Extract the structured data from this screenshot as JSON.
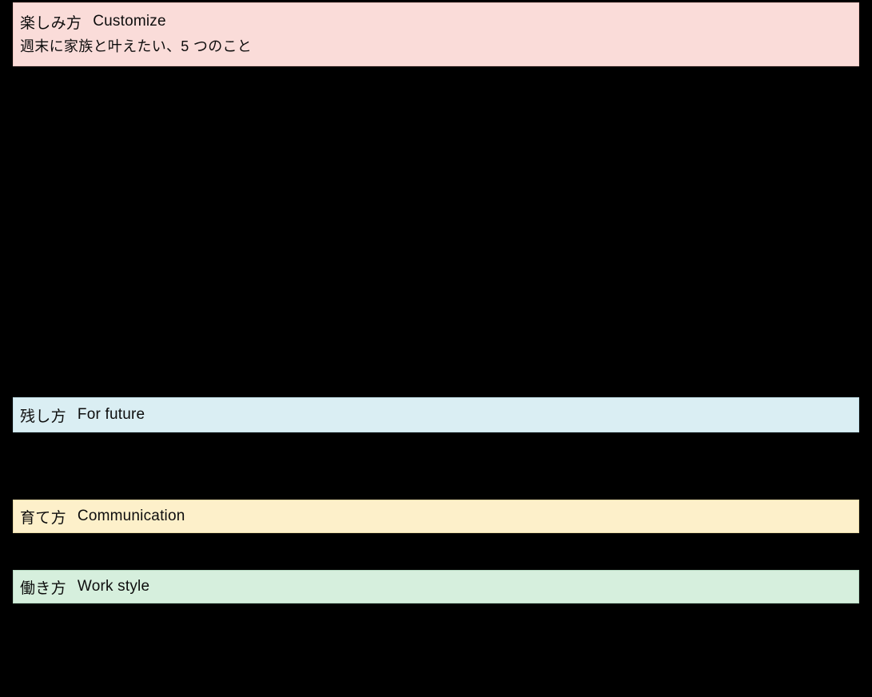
{
  "slide": {
    "background_color": "#000000",
    "text_color": "#0d0d0d"
  },
  "sections": [
    {
      "name": "customize",
      "label_jp": "楽しみ方",
      "label_en": "Customize",
      "subtitle": "週末に家族と叶えたい、5 つのこと",
      "bg_color": "#fadcd9",
      "border_color": "#f0c6c1"
    },
    {
      "name": "for-future",
      "label_jp": "残し方",
      "label_en": "For future",
      "bg_color": "#daeef3",
      "border_color": "#c2dfe7"
    },
    {
      "name": "communication",
      "label_jp": "育て方",
      "label_en": "Communication",
      "bg_color": "#fdf0ca",
      "border_color": "#e6d9a6"
    },
    {
      "name": "work-style",
      "label_jp": "働き方",
      "label_en": "Work style",
      "bg_color": "#d6efdd",
      "border_color": "#b6d9c2"
    }
  ]
}
